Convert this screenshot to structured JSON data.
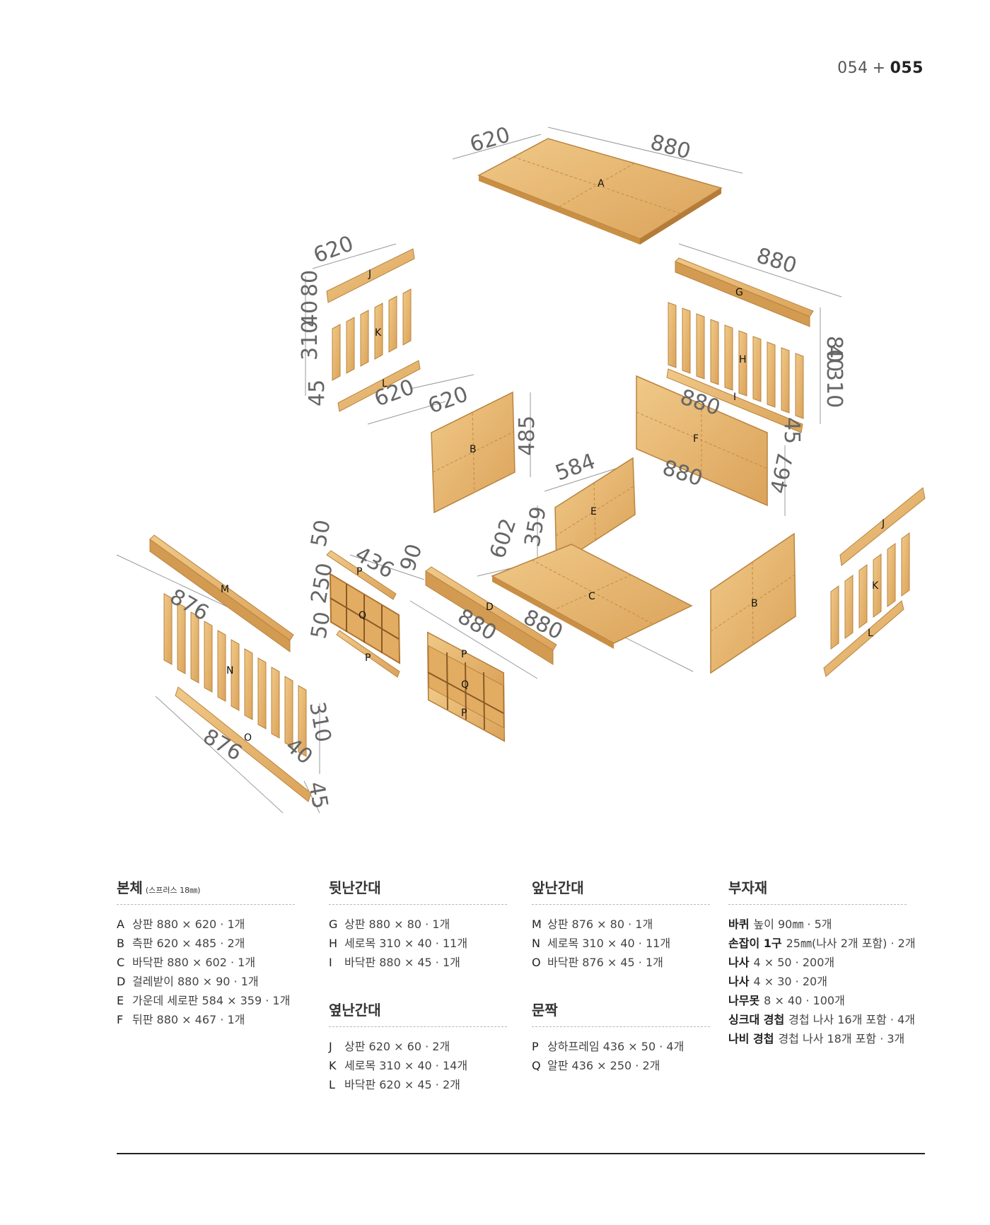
{
  "page": {
    "left": "054",
    "sep": "+",
    "right": "055"
  },
  "labels": {
    "A": "A",
    "B": "B",
    "C": "C",
    "D": "D",
    "E": "E",
    "F": "F",
    "G": "G",
    "H": "H",
    "I": "I",
    "J": "J",
    "K": "K",
    "L": "L",
    "M": "M",
    "N": "N",
    "O": "O",
    "P": "P",
    "Q": "Q"
  },
  "dims": {
    "a_depth": "620",
    "a_width": "880",
    "j_len": "620",
    "j_h": "80",
    "k_top": "40",
    "k_h": "310",
    "l_h": "45",
    "l_len": "620",
    "b_w": "620",
    "b_h": "485",
    "g_len": "880",
    "g_h": "80",
    "h_top": "40",
    "h_h": "310",
    "i_h": "45",
    "i_len": "880",
    "f_w": "880",
    "f_h": "467",
    "e_w": "584",
    "e_h": "359",
    "c_depth": "602",
    "c_w": "880",
    "d_h": "90",
    "d_len": "880",
    "p_w": "436",
    "p_h1": "50",
    "q_h": "250",
    "p_h2": "50",
    "m_len": "876",
    "o_len": "876",
    "n_top": "40",
    "n_h": "310",
    "o_h": "45"
  },
  "legend": {
    "body": {
      "title": "본체",
      "subtitle": "(스프러스 18㎜)",
      "items": [
        {
          "code": "A",
          "text": "상판 880 × 620 · 1개"
        },
        {
          "code": "B",
          "text": "측판 620 × 485 · 2개"
        },
        {
          "code": "C",
          "text": "바닥판 880 × 602 · 1개"
        },
        {
          "code": "D",
          "text": "걸레받이 880 × 90 · 1개"
        },
        {
          "code": "E",
          "text": "가운데 세로판 584 × 359 · 1개"
        },
        {
          "code": "F",
          "text": "뒤판 880 × 467 · 1개"
        }
      ]
    },
    "back_rail": {
      "title": "뒷난간대",
      "items": [
        {
          "code": "G",
          "text": "상판 880 × 80 · 1개"
        },
        {
          "code": "H",
          "text": "세로목 310 × 40 · 11개"
        },
        {
          "code": "I",
          "text": "바닥판 880 × 45 · 1개"
        }
      ]
    },
    "side_rail": {
      "title": "옆난간대",
      "items": [
        {
          "code": "J",
          "text": "상판 620 × 60 · 2개"
        },
        {
          "code": "K",
          "text": "세로목 310 × 40 · 14개"
        },
        {
          "code": "L",
          "text": "바닥판 620 × 45 · 2개"
        }
      ]
    },
    "front_rail": {
      "title": "앞난간대",
      "items": [
        {
          "code": "M",
          "text": "상판 876 × 80 · 1개"
        },
        {
          "code": "N",
          "text": "세로목 310 × 40 · 11개"
        },
        {
          "code": "O",
          "text": "바닥판 876 × 45 · 1개"
        }
      ]
    },
    "door": {
      "title": "문짝",
      "items": [
        {
          "code": "P",
          "text": "상하프레임 436 × 50 · 4개"
        },
        {
          "code": "Q",
          "text": "알판 436 × 250 · 2개"
        }
      ]
    },
    "hardware": {
      "title": "부자재",
      "items": [
        {
          "name": "바퀴",
          "text": "높이 90㎜ · 5개"
        },
        {
          "name": "손잡이 1구",
          "text": "25㎜(나사 2개 포함) · 2개"
        },
        {
          "name": "나사",
          "text": "4 × 50 · 200개"
        },
        {
          "name": "나사",
          "text": "4 × 30 · 20개"
        },
        {
          "name": "나무못",
          "text": "8 × 40 · 100개"
        },
        {
          "name": "싱크대 경첩",
          "text": "경첩 나사 16개 포함 · 4개"
        },
        {
          "name": "나비 경첩",
          "text": "경첩 나사 18개 포함 · 3개"
        }
      ]
    }
  },
  "colors": {
    "wood": "#e6b46c",
    "wood_dark": "#c98f45",
    "line": "#999999"
  }
}
